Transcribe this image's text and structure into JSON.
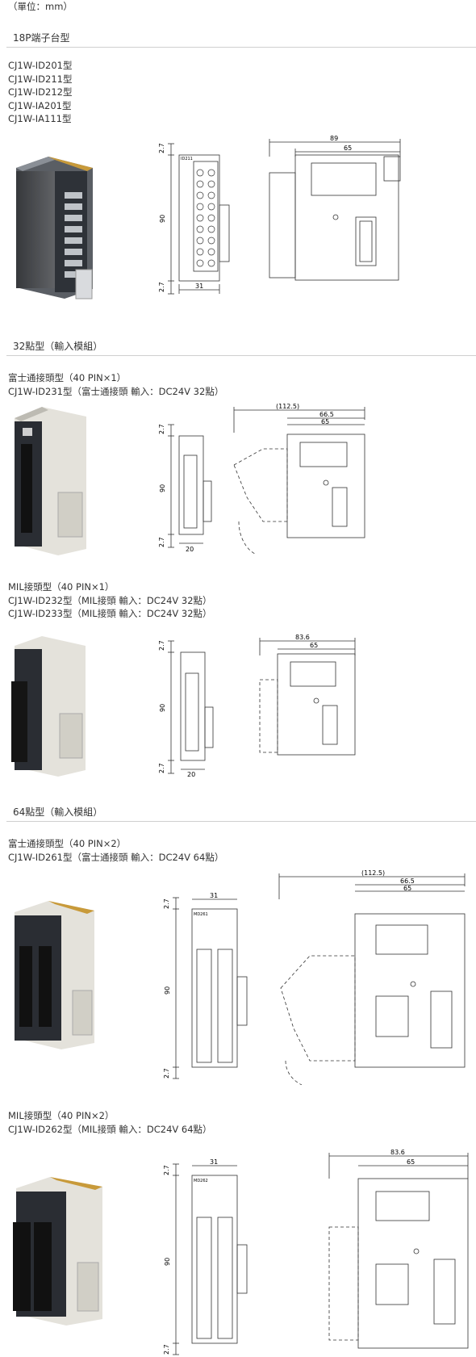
{
  "unit_note": "（單位：mm）",
  "sections": {
    "s18p": "18P端子台型",
    "s32": "32點型（輸入模組）",
    "s64": "64點型（輸入模組）"
  },
  "groups": {
    "g18p": {
      "models": [
        "CJ1W-ID201型",
        "CJ1W-ID211型",
        "CJ1W-ID212型",
        "CJ1W-IA201型",
        "CJ1W-IA111型"
      ],
      "front_dims": {
        "top": "2.7",
        "height": "90",
        "bottom": "2.7",
        "width": "31"
      },
      "front_label": "ID211",
      "side_dims": {
        "total": "89",
        "body": "65"
      }
    },
    "g32fujitsu": {
      "lines": [
        "富士通接頭型（40 PIN×1）",
        "CJ1W-ID231型（富士通接頭 輸入：DC24V 32點）"
      ],
      "front_dims": {
        "top": "2.7",
        "height": "90",
        "bottom": "2.7",
        "width": "20"
      },
      "side_dims": {
        "total": "(112.5)",
        "mid": "66.5",
        "body": "65"
      }
    },
    "g32mil": {
      "lines": [
        "MIL接頭型（40 PIN×1）",
        "CJ1W-ID232型（MIL接頭 輸入：DC24V 32點）",
        "CJ1W-ID233型（MIL接頭 輸入：DC24V 32點）"
      ],
      "front_dims": {
        "top": "2.7",
        "height": "90",
        "bottom": "2.7",
        "width": "20"
      },
      "side_dims": {
        "total": "83.6",
        "body": "65"
      }
    },
    "g64fujitsu": {
      "lines": [
        "富士通接頭型（40 PIN×2）",
        "CJ1W-ID261型（富士通接頭 輸入：DC24V 64點）"
      ],
      "front_dims": {
        "top": "2.7",
        "height": "90",
        "bottom": "2.7",
        "width": "31"
      },
      "front_label": "MD261",
      "side_dims": {
        "total": "(112.5)",
        "mid": "66.5",
        "body": "65"
      }
    },
    "g64mil": {
      "lines": [
        "MIL接頭型（40 PIN×2）",
        "CJ1W-ID262型（MIL接頭 輸入：DC24V 64點）"
      ],
      "front_dims": {
        "top": "2.7",
        "height": "90",
        "bottom": "2.7",
        "width": "31"
      },
      "front_label": "MD262",
      "side_dims": {
        "total": "83.6",
        "body": "65"
      }
    }
  }
}
